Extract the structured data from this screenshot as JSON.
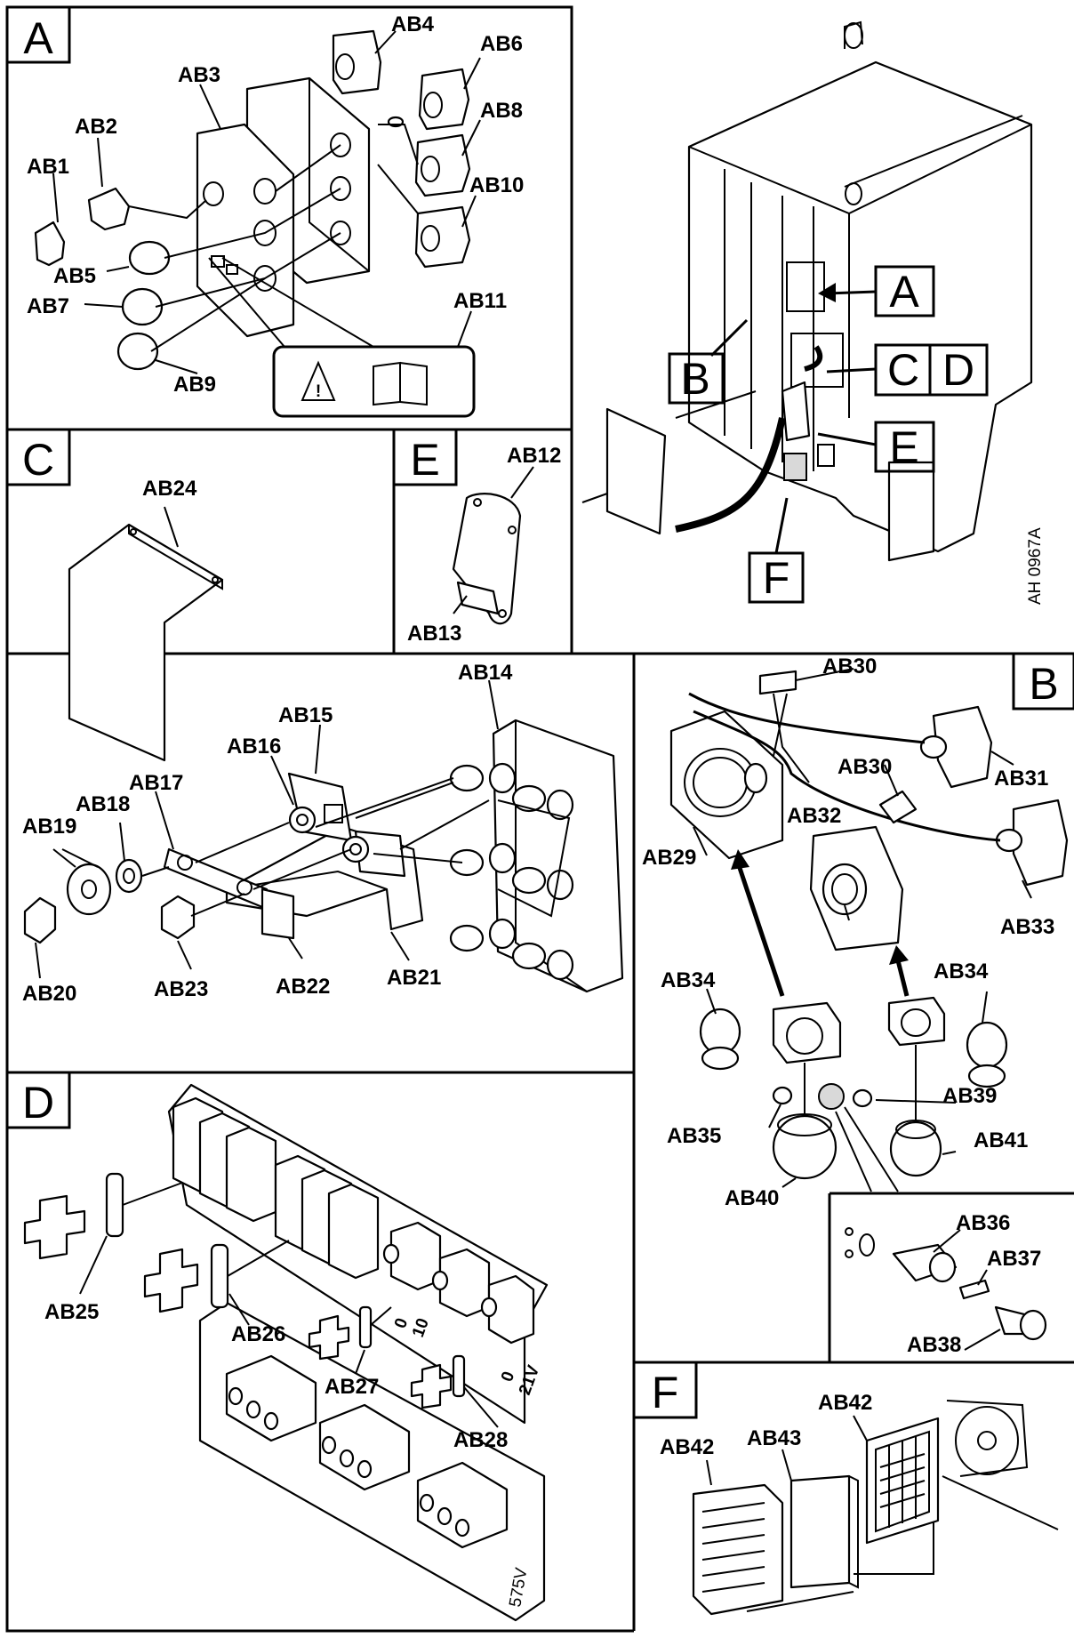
{
  "panels": {
    "A": {
      "badge": "A",
      "labels": [
        "AB1",
        "AB2",
        "AB3",
        "AB4",
        "AB5",
        "AB6",
        "AB7",
        "AB8",
        "AB9",
        "AB10",
        "AB11"
      ]
    },
    "C": {
      "badge": "C",
      "labels": [
        "AB14",
        "AB15",
        "AB16",
        "AB17",
        "AB18",
        "AB19",
        "AB20",
        "AB21",
        "AB22",
        "AB23",
        "AB24"
      ]
    },
    "E": {
      "badge": "E",
      "labels": [
        "AB12",
        "AB13"
      ]
    },
    "B": {
      "badge": "B",
      "labels": [
        "AB29",
        "AB30",
        "AB30",
        "AB31",
        "AB32",
        "AB33",
        "AB34",
        "AB34",
        "AB35",
        "AB36",
        "AB37",
        "AB38",
        "AB39",
        "AB40",
        "AB41"
      ]
    },
    "D": {
      "badge": "D",
      "labels": [
        "AB25",
        "AB26",
        "AB27",
        "AB28"
      ],
      "scale_marks": [
        "0",
        "10",
        "0",
        "21V",
        "575V"
      ]
    },
    "F": {
      "badge": "F",
      "labels": [
        "AB42",
        "AB42",
        "AB43"
      ]
    }
  },
  "overview": {
    "callouts": [
      "A",
      "B",
      "C",
      "D",
      "E",
      "F"
    ],
    "drawing_code": "AH 0967A"
  },
  "warning_symbol": "!"
}
